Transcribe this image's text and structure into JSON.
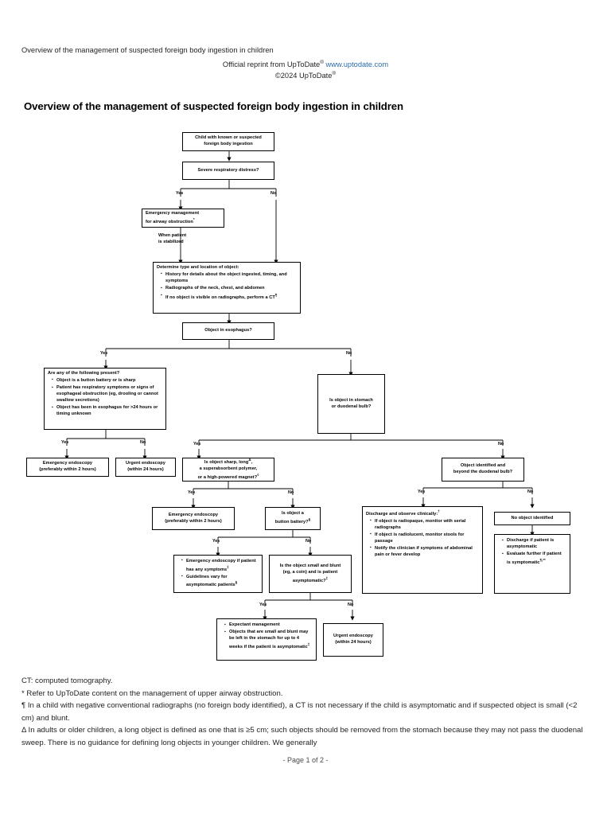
{
  "header": {
    "running_title": "Overview of the management of suspected foreign body ingestion in children",
    "reprint_prefix": "Official reprint from UpToDate",
    "reprint_url": "www.uptodate.com",
    "copyright": "©2024 UpToDate",
    "registered_mark": "®"
  },
  "document": {
    "title": "Overview of the management of suspected foreign body ingestion in children",
    "page_footer": "- Page 1 of 2 -"
  },
  "flowchart": {
    "nodes": {
      "start": {
        "line1": "Child with known or suspected",
        "line2": "foreign body ingestion"
      },
      "severe_distress": {
        "line1": "Severe respiratory distress?"
      },
      "emergency_airway": {
        "line1": "Emergency management",
        "line2": "for airway obstruction",
        "marker": "*"
      },
      "determine": {
        "heading": "Determine type and location of object:",
        "bullets": [
          "History for details about the object ingested, timing, and symptoms",
          "Radiographs of the neck, chest, and abdomen",
          "If no object is visible on radiographs, perform a CT"
        ],
        "bullet3_marker": "¶"
      },
      "object_esophagus": {
        "line1": "Object in esophagus?"
      },
      "any_present": {
        "heading": "Are any of the following present?",
        "bullets": [
          "Object is a button battery or is sharp",
          "Patient has respiratory symptoms or signs of esophageal obstruction (eg, drooling or cannot swallow secretions)",
          "Object has been in esophagus for >24 hours or timing unknown"
        ]
      },
      "emergency_endo_left": {
        "line1": "Emergency endoscopy",
        "line2": "(preferably within 2 hours)"
      },
      "urgent_endo_left": {
        "line1": "Urgent endoscopy",
        "line2": "(within 24 hours)"
      },
      "in_stomach": {
        "line1": "Is object in stomach",
        "line2": "or duodenal bulb?"
      },
      "sharp_long": {
        "line1": "Is object sharp, long",
        "marker1": "Δ",
        "line2": "a superabsorbent polymer,",
        "line3": "or a high-powered magnet?",
        "marker2": "◊"
      },
      "emergency_endo_mid": {
        "line1": "Emergency endoscopy",
        "line2": "(preferably within 2 hours)"
      },
      "button_battery": {
        "line1": "Is object a",
        "line2": "button battery?",
        "marker": "§"
      },
      "endo_if_symptoms": {
        "bullets": [
          "Emergency endoscopy if patient has any symptoms",
          "Guidelines vary for asymptomatic patients"
        ],
        "bullet1_marker": "‡",
        "bullet2_marker": "§"
      },
      "small_blunt": {
        "line1": "Is the object small and blunt",
        "line2": "(eg, a coin) and is patient",
        "line3": "asymptomatic?",
        "marker": "‡"
      },
      "expectant": {
        "bullets": [
          "Expectant management",
          "Objects that are small and blunt may be left in the stomach for up to 4 weeks if the patient is asymptomatic"
        ],
        "bullet2_marker": "‡"
      },
      "urgent_endo_bottom": {
        "line1": "Urgent endoscopy",
        "line2": "(within 24 hours)"
      },
      "beyond_bulb": {
        "line1": "Object identified and",
        "line2": "beyond the duodenal bulb?"
      },
      "discharge_observe": {
        "heading": "Discharge and observe clinically:",
        "heading_marker": "†",
        "bullets": [
          "If object is radiopaque, monitor with serial radiographs",
          "If object is radiolucent, monitor stools for passage",
          "Notify the clinician if symptoms of abdominal pain or fever develop"
        ]
      },
      "no_object": {
        "line1": "No object identified"
      },
      "no_object_actions": {
        "bullets": [
          "Discharge if patient is asymptomatic",
          "Evaluate further if patient is symptomatic"
        ],
        "bullet2_marker": "¶,**"
      }
    },
    "edge_labels": {
      "yes": "Yes",
      "no": "No",
      "when_stabilized_line1": "When patient",
      "when_stabilized_line2": "is stabilized"
    }
  },
  "footnotes": {
    "abbrev": "CT: computed tomography.",
    "items": [
      "* Refer to UpToDate content on the management of upper airway obstruction.",
      "¶ In a child with negative conventional radiographs (no foreign body identified), a CT is not necessary if the child is asymptomatic and if suspected object is small (<2 cm) and blunt.",
      "Δ In adults or older children, a long object is defined as one that is ≥5 cm; such objects should be removed from the stomach because they may not pass the duodenal sweep. There is no guidance for defining long objects in younger children. We generally"
    ]
  }
}
